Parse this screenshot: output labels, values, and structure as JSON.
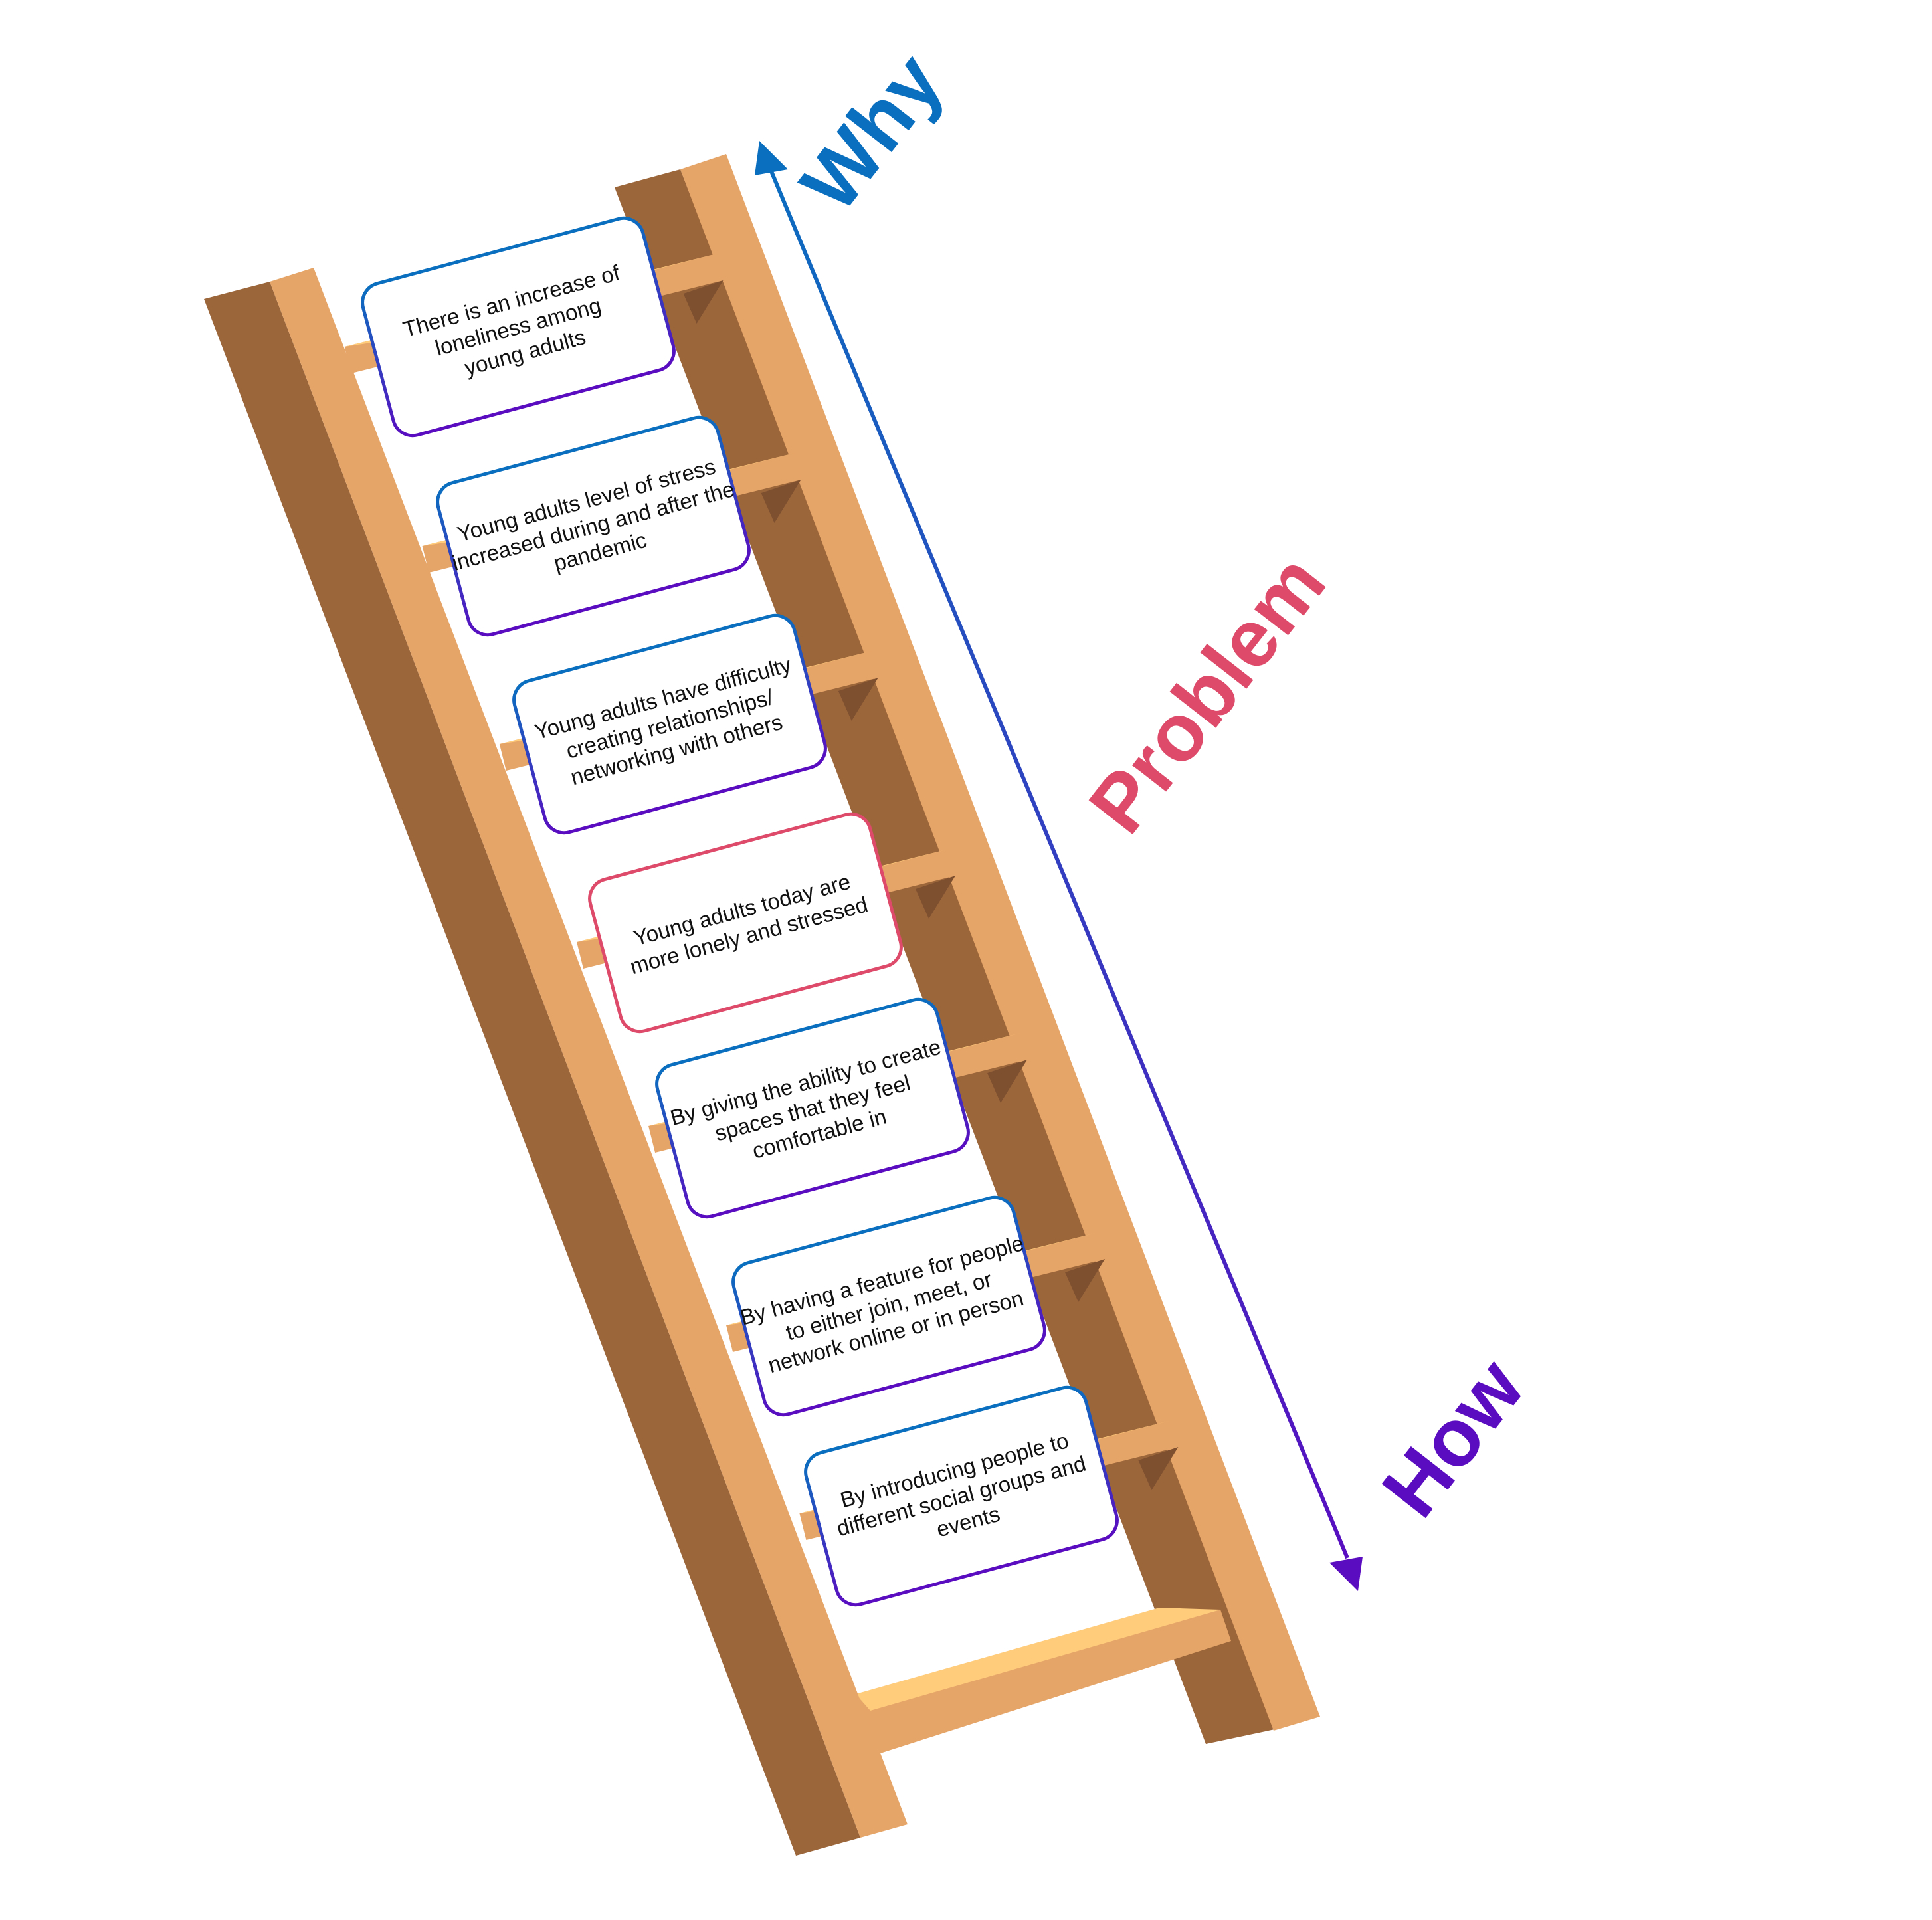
{
  "labels": {
    "top": "Why",
    "middle": "Problem",
    "bottom": "How"
  },
  "colors": {
    "why": "#0A6FBF",
    "problem": "#DD4A6A",
    "how": "#5A0CC0",
    "rail_light": "#E6A568",
    "rail_dark": "#9C663B",
    "rung_top": "#FFCC7C",
    "rung_front": "#E6A568"
  },
  "cards": [
    {
      "lines": [
        "There is an increase of",
        "loneliness among",
        "young adults"
      ],
      "variant": "why-how"
    },
    {
      "lines": [
        "Young adults level of stress",
        "increased during and after the",
        "pandemic"
      ],
      "variant": "why-how"
    },
    {
      "lines": [
        "Young adults  have difficulty",
        "creating relationships/",
        "networking with others"
      ],
      "variant": "why-how"
    },
    {
      "lines": [
        "Young adults today are",
        "more lonely and stressed"
      ],
      "variant": "problem"
    },
    {
      "lines": [
        "By giving the ability to create",
        "spaces that they feel",
        "comfortable in"
      ],
      "variant": "why-how"
    },
    {
      "lines": [
        "By having a feature for people",
        "to either join, meet, or",
        "network online or in person"
      ],
      "variant": "why-how"
    },
    {
      "lines": [
        "By introducing  people to",
        "different social groups and",
        "events"
      ],
      "variant": "why-how"
    }
  ]
}
